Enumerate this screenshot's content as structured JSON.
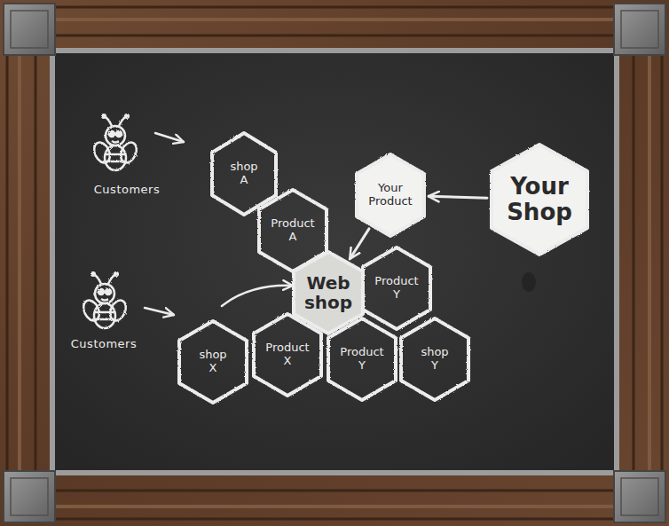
{
  "diagram": {
    "nodes": [
      {
        "text": [
          "shop A"
        ]
      },
      {
        "text": [
          "Your Product"
        ]
      },
      {
        "text": [
          "Your Shop"
        ]
      },
      {
        "text": [
          "Product A"
        ]
      },
      {
        "text": [
          "Web shop"
        ]
      },
      {
        "text": [
          "Product Y"
        ]
      },
      {
        "text": [
          "shop X"
        ]
      },
      {
        "text": [
          "Product X"
        ]
      },
      {
        "text": [
          "Product Y"
        ]
      },
      {
        "text": [
          "shop Y"
        ]
      }
    ],
    "edges": [
      {
        "from": 2,
        "to": 1,
        "arrow": "to"
      },
      {
        "from": 1,
        "to": 4,
        "arrow": "to"
      }
    ],
    "labels": [
      "Customers",
      "Customers"
    ]
  }
}
